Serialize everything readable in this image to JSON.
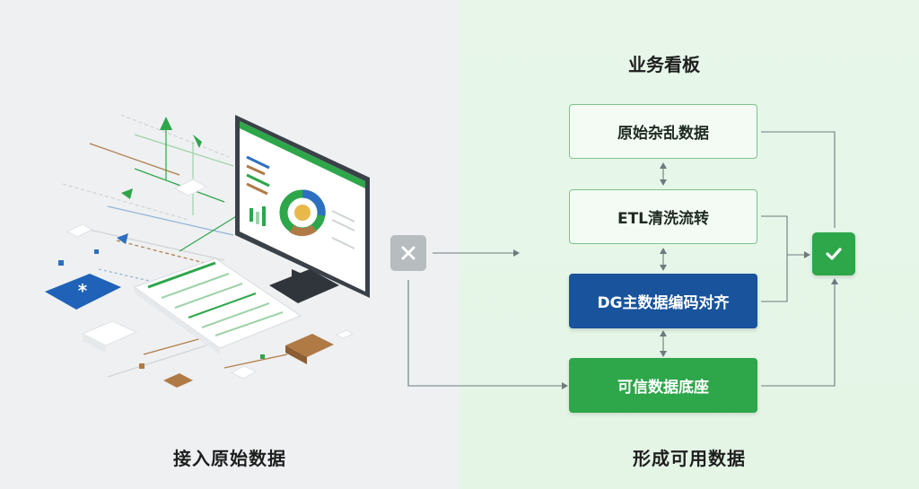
{
  "left_caption": "接入原始数据",
  "right_caption": "形成可用数据",
  "board_title": "业务看板",
  "flow": {
    "raw": "原始杂乱数据",
    "etl": "ETL清洗流转",
    "dg": "DG主数据编码对齐",
    "base": "可信数据底座"
  },
  "colors": {
    "blue": "#18539c",
    "green": "#2ea64a",
    "gray": "#b7bcbf",
    "brown": "#b07a45"
  },
  "icons": {
    "reject": "x-icon",
    "approve": "check-icon"
  }
}
